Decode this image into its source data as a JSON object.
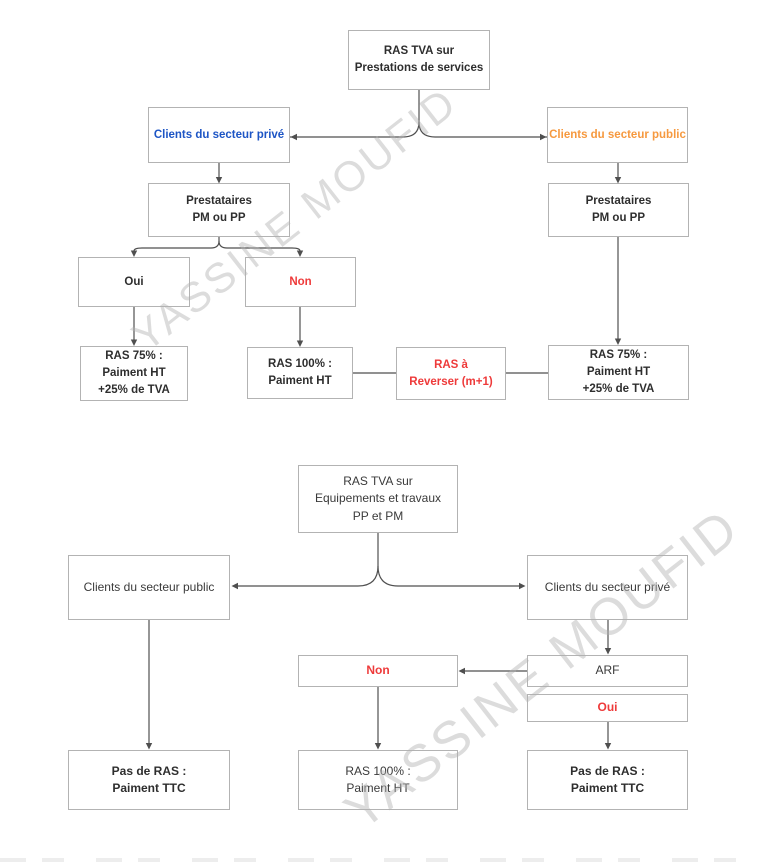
{
  "watermark": {
    "text": "YASSINE MOUFID"
  },
  "colors": {
    "accent_blue": "#1d55c5",
    "accent_orange": "#f6993f",
    "accent_red": "#ee3a3a",
    "box_border": "#b3b3b3",
    "connector_line": "#4f4f4f",
    "watermark_gray": "#d9d9d9"
  },
  "diagram1": {
    "root": "RAS TVA sur\nPrestations de services",
    "client_prive": "Clients du secteur privé",
    "client_public": "Clients du secteur public",
    "prestataires_left": "Prestataires\nPM ou PP",
    "prestataires_right": "Prestataires\nPM ou PP",
    "oui": "Oui",
    "non": "Non",
    "ras75_left": "RAS 75% :\nPaiment HT\n+25% de TVA",
    "ras100": "RAS 100% :\nPaiment HT",
    "ras_reverser": "RAS à\nReverser (m+1)",
    "ras75_right": "RAS 75% :\nPaiment HT\n+25% de TVA"
  },
  "diagram2": {
    "root": "RAS TVA sur\nEquipements et travaux\nPP et PM",
    "client_public": "Clients du secteur public",
    "client_prive": "Clients du secteur privé",
    "non": "Non",
    "arf": "ARF",
    "oui": "Oui",
    "pas_de_ras_left": "Pas de RAS :\nPaiment TTC",
    "ras100": "RAS 100% :\nPaiment HT",
    "pas_de_ras_right": "Pas de RAS :\nPaiment TTC"
  }
}
